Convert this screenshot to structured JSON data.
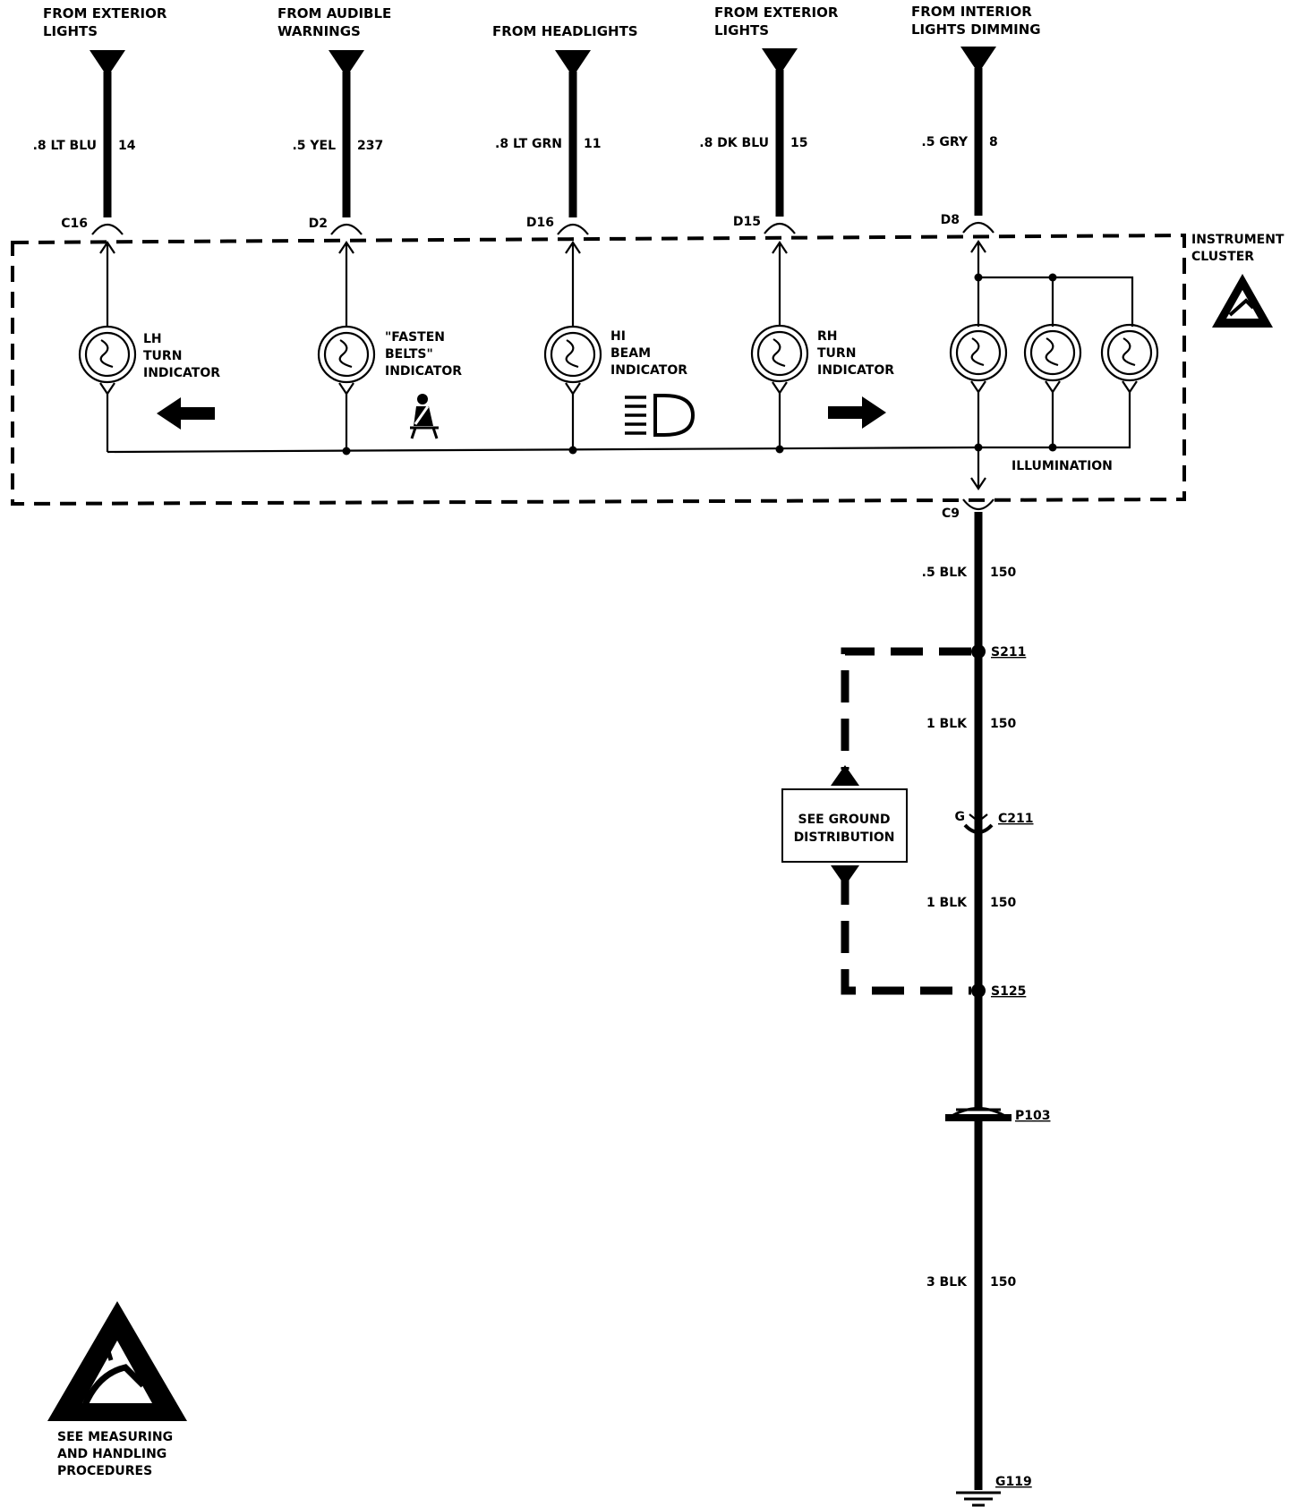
{
  "sources": [
    {
      "line1": "FROM EXTERIOR",
      "line2": "LIGHTS",
      "wire": ".8 LT BLU",
      "circuit": "14",
      "connector": "C16"
    },
    {
      "line1": "FROM AUDIBLE",
      "line2": "WARNINGS",
      "wire": ".5 YEL",
      "circuit": "237",
      "connector": "D2"
    },
    {
      "line1": "",
      "line2": "FROM HEADLIGHTS",
      "wire": ".8 LT GRN",
      "circuit": "11",
      "connector": "D16"
    },
    {
      "line1": "FROM EXTERIOR",
      "line2": "LIGHTS",
      "wire": ".8 DK BLU",
      "circuit": "15",
      "connector": "D15"
    },
    {
      "line1": "FROM INTERIOR",
      "line2": "LIGHTS DIMMING",
      "wire": ".5 GRY",
      "circuit": "8",
      "connector": "D8"
    }
  ],
  "cluster": {
    "line1": "INSTRUMENT",
    "line2": "CLUSTER"
  },
  "indicators": [
    {
      "lines": [
        "LH",
        "TURN",
        "INDICATOR"
      ],
      "symbol": "arrow-left-icon"
    },
    {
      "lines": [
        "\"FASTEN",
        "BELTS\"",
        "INDICATOR"
      ],
      "symbol": "seatbelt-icon"
    },
    {
      "lines": [
        "HI",
        "BEAM",
        "INDICATOR"
      ],
      "symbol": "high-beam-icon"
    },
    {
      "lines": [
        "RH",
        "TURN",
        "INDICATOR"
      ],
      "symbol": "arrow-right-icon"
    }
  ],
  "illumination_label": "ILLUMINATION",
  "ground_path": {
    "c9": "C9",
    "seg1": {
      "wire": ".5 BLK",
      "circuit": "150"
    },
    "s211": "S211",
    "seg2": {
      "wire": "1 BLK",
      "circuit": "150"
    },
    "c211_pin": "G",
    "c211": "C211",
    "seg3": {
      "wire": "1 BLK",
      "circuit": "150"
    },
    "s125": "S125",
    "p103": "P103",
    "seg4": {
      "wire": "3 BLK",
      "circuit": "150"
    },
    "g119": "G119"
  },
  "ground_dist": {
    "line1": "SEE GROUND",
    "line2": "DISTRIBUTION"
  },
  "esd_note": {
    "line1": "SEE MEASURING",
    "line2": "AND HANDLING",
    "line3": "PROCEDURES"
  }
}
